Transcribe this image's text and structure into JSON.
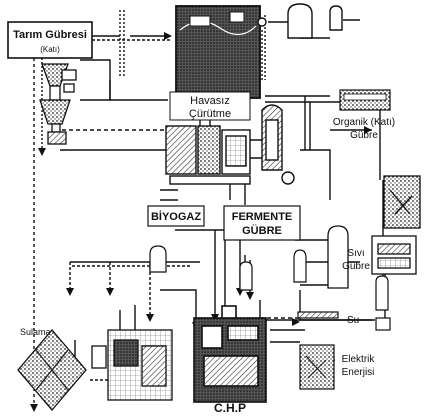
{
  "labels": {
    "tarim_gubresi": "Tarım Gübresi",
    "tarim_gubresi_sub": "(Katı)",
    "havasiz_line1": "Havasız",
    "havasiz_line2": "Çürütme",
    "organik_line1": "Organik (Katı)",
    "organik_line2": "Gübre",
    "biyogaz": "BİYOGAZ",
    "fermente_line1": "FERMENTE",
    "fermente_line2": "GÜBRE",
    "sivi_line1": "Sıvı",
    "sivi_line2": "Gübre",
    "su": "Su",
    "chp": "C.H.P",
    "elektrik_line1": "Elektrik",
    "elektrik_line2": "Enerjisi",
    "sulama": "Sulama"
  },
  "colors": {
    "ink": "#111111",
    "hatch_dark": "#2a2a2a",
    "paper": "#ffffff"
  }
}
